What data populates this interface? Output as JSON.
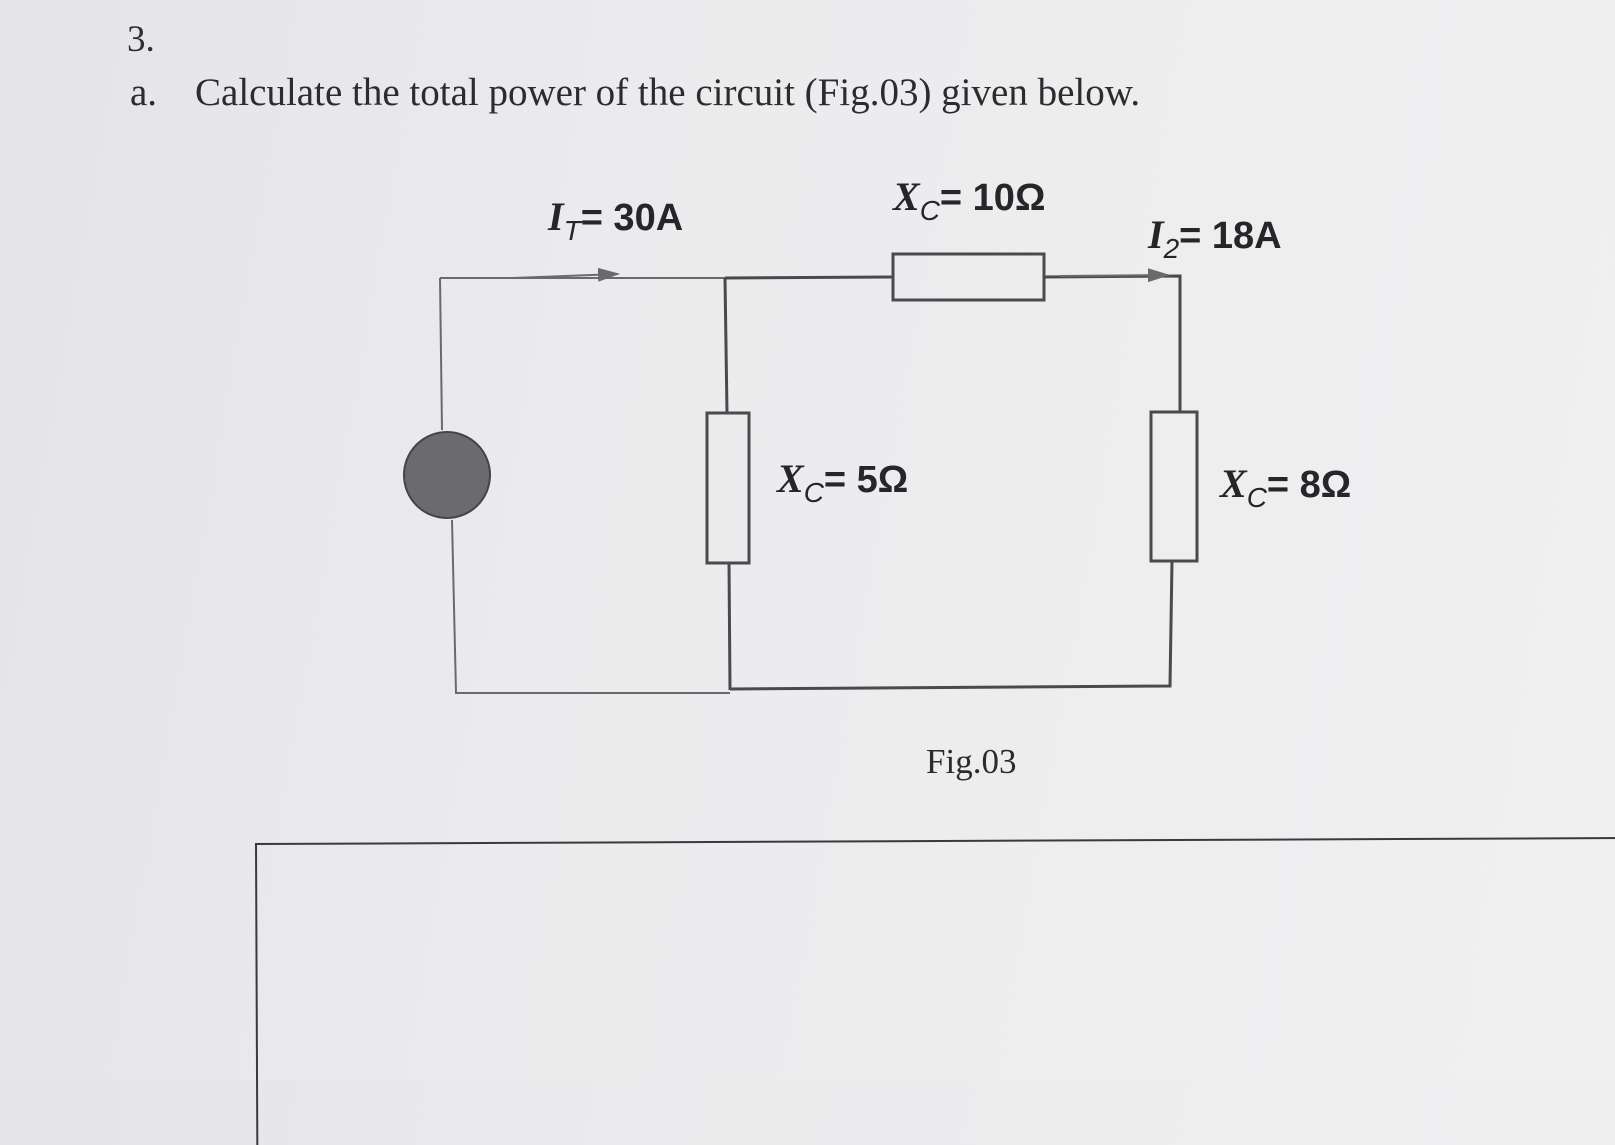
{
  "question": {
    "number": "3.",
    "part_label": "a.",
    "text": "Calculate the total power of the circuit (Fig.03) given below."
  },
  "circuit": {
    "total_current": {
      "symbol": "I",
      "subscript": "T",
      "value": "= 30A"
    },
    "branch_current": {
      "symbol": "I",
      "subscript": "2",
      "value": "= 18A"
    },
    "top_reactance": {
      "symbol": "X",
      "subscript": "C",
      "value": "= 10Ω"
    },
    "middle_reactance": {
      "symbol": "X",
      "subscript": "C",
      "value": "= 5Ω"
    },
    "right_reactance": {
      "symbol": "X",
      "subscript": "C",
      "value": "= 8Ω"
    },
    "source_color": "#6b6b6f",
    "wire_color": "#555558"
  },
  "figure_caption": "Fig.03"
}
